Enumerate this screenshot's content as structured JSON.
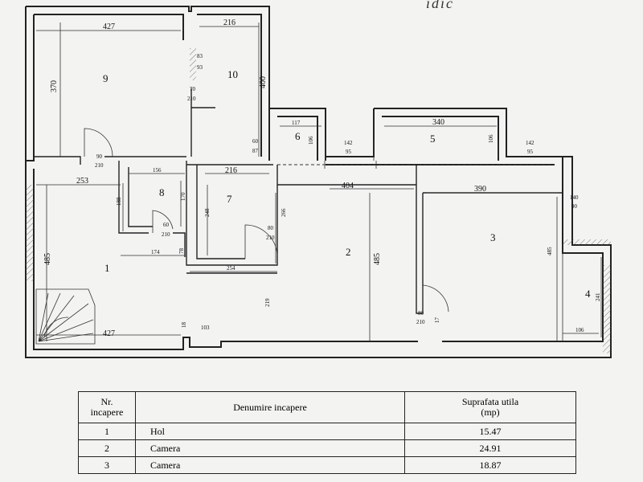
{
  "header_stamp": "ıdıc",
  "plan": {
    "rooms": [
      {
        "id": "1",
        "label": "1"
      },
      {
        "id": "2",
        "label": "2"
      },
      {
        "id": "3",
        "label": "3"
      },
      {
        "id": "4",
        "label": "4"
      },
      {
        "id": "5",
        "label": "5"
      },
      {
        "id": "6",
        "label": "6"
      },
      {
        "id": "7",
        "label": "7"
      },
      {
        "id": "8",
        "label": "8"
      },
      {
        "id": "9",
        "label": "9"
      },
      {
        "id": "10",
        "label": "10"
      }
    ],
    "dimensions": {
      "r9_width": "427",
      "r9_height": "370",
      "r10_width": "216",
      "r10_height": "400",
      "door_83": "83",
      "door_93": "93",
      "door_70": "70",
      "door_210a": "210",
      "door_90": "90",
      "door_210b": "210",
      "door_60_top": "60",
      "door_87": "87",
      "r6_width": "117",
      "r6_height": "106",
      "win_142_a": "142",
      "win_95_a": "95",
      "r5_width": "340",
      "r5_height": "106",
      "win_142_b": "142",
      "win_95_b": "95",
      "r1_width_top": "253",
      "r1_height": "485",
      "r1_width_bottom": "427",
      "r8_width": "156",
      "r8_height": "170",
      "r8_side": "188",
      "door_60_r8": "60",
      "door_210_r8": "210",
      "r174": "174",
      "r78": "78",
      "r7_width": "216",
      "r7_height": "248",
      "r7_bottom": "254",
      "door_80_r7": "80",
      "door_210_r7": "210",
      "r2_width": "404",
      "r2_height": "485",
      "r2_left": "266",
      "r2_219": "219",
      "r3_width": "390",
      "r3_height": "485",
      "door_140": "140",
      "door_90_r3": "90",
      "door_80_bottom": "80",
      "door_210_bottom": "210",
      "bottom_17": "17",
      "r4_height": "241",
      "r4_width": "106",
      "bottom_18": "18",
      "bottom_103": "103"
    }
  },
  "legend": {
    "headers": {
      "nr": [
        "Nr.",
        "incapere"
      ],
      "name": "Denumire incapere",
      "area": [
        "Suprafata utila",
        "(mp)"
      ]
    },
    "rows": [
      {
        "nr": "1",
        "name": "Hol",
        "area": "15.47"
      },
      {
        "nr": "2",
        "name": "Camera",
        "area": "24.91"
      },
      {
        "nr": "3",
        "name": "Camera",
        "area": "18.87"
      }
    ]
  }
}
